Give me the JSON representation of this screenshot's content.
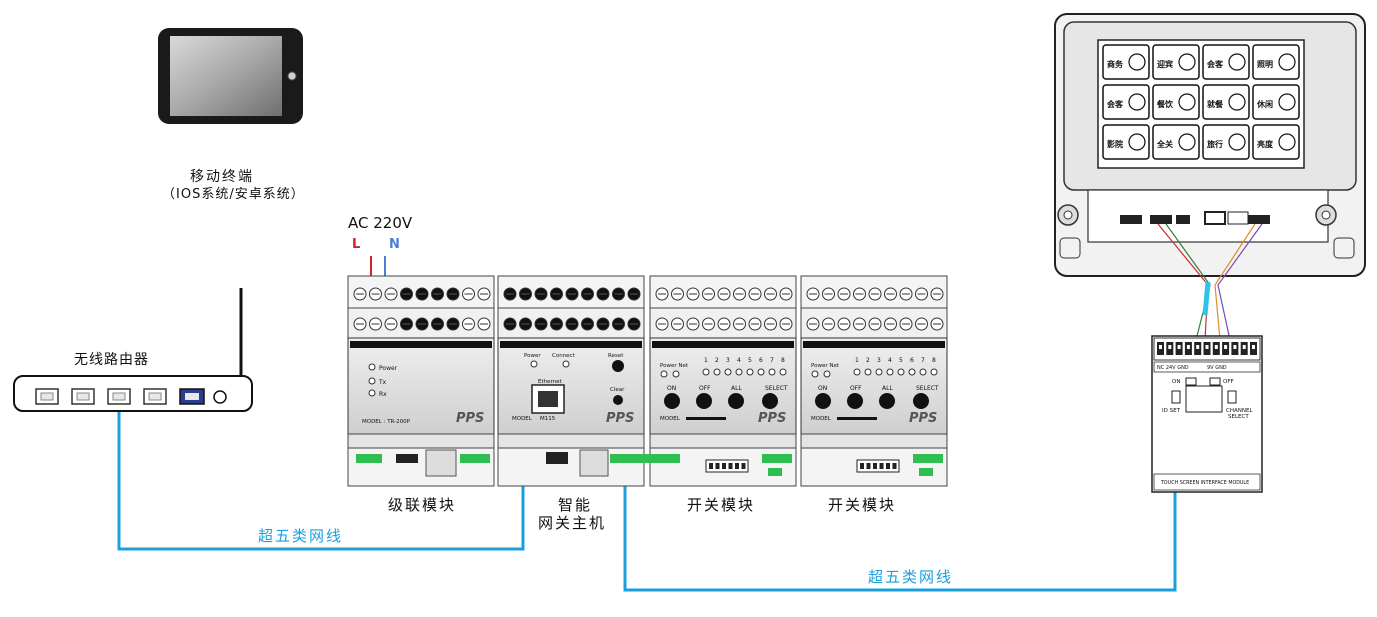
{
  "labels": {
    "mobile_terminal": "移动终端",
    "mobile_os": "（IOS系统/安卓系统）",
    "router": "无线路由器",
    "ac_power": "AC 220V",
    "live": "L",
    "neutral": "N",
    "cascade_module": "级联模块",
    "gateway_line1": "智能",
    "gateway_line2": "网关主机",
    "switch_module_1": "开关模块",
    "switch_module_2": "开关模块",
    "cable_left": "超五类网线",
    "cable_right": "超五类网线"
  },
  "module_text": {
    "brand": "PPS",
    "power": "Power",
    "tx": "Tx",
    "rx": "Rx",
    "model_cascade": "MODEL : TR-200P",
    "gw_power": "Power",
    "gw_connect": "Connect",
    "gw_reset": "Reset",
    "gw_clear": "Clear",
    "gw_ethernet": "Ethernet",
    "gw_model": "MODEL",
    "gw_model_no": "M115",
    "sw_power_net": "Power Net",
    "sw_on": "ON",
    "sw_off": "OFF",
    "sw_all": "ALL",
    "sw_select": "SELECT",
    "sw_model": "MODEL",
    "sw_numbers": [
      "1",
      "2",
      "3",
      "4",
      "5",
      "6",
      "7",
      "8"
    ]
  },
  "panel_buttons": [
    [
      "商务",
      "迎宾",
      "会客",
      "照明"
    ],
    [
      "会客",
      "餐饮",
      "就餐",
      "休闲"
    ],
    [
      "影院",
      "全关",
      "旅行",
      "亮度"
    ]
  ],
  "interface_module": {
    "terminal_label": "NC 24V GND",
    "terminal_label_2": "9V GND",
    "on": "ON",
    "off": "OFF",
    "id_set": "ID SET",
    "channel": "CHANNEL",
    "select": "SELECT",
    "name": "TOUCH SCREEN INTERFACE MODULE"
  },
  "colors": {
    "cable": "#1aa0de",
    "live_wire": "#d4202a",
    "neutral_wire": "#4b7fd6",
    "device_gray": "#d9d9d9",
    "dark": "#111111"
  }
}
